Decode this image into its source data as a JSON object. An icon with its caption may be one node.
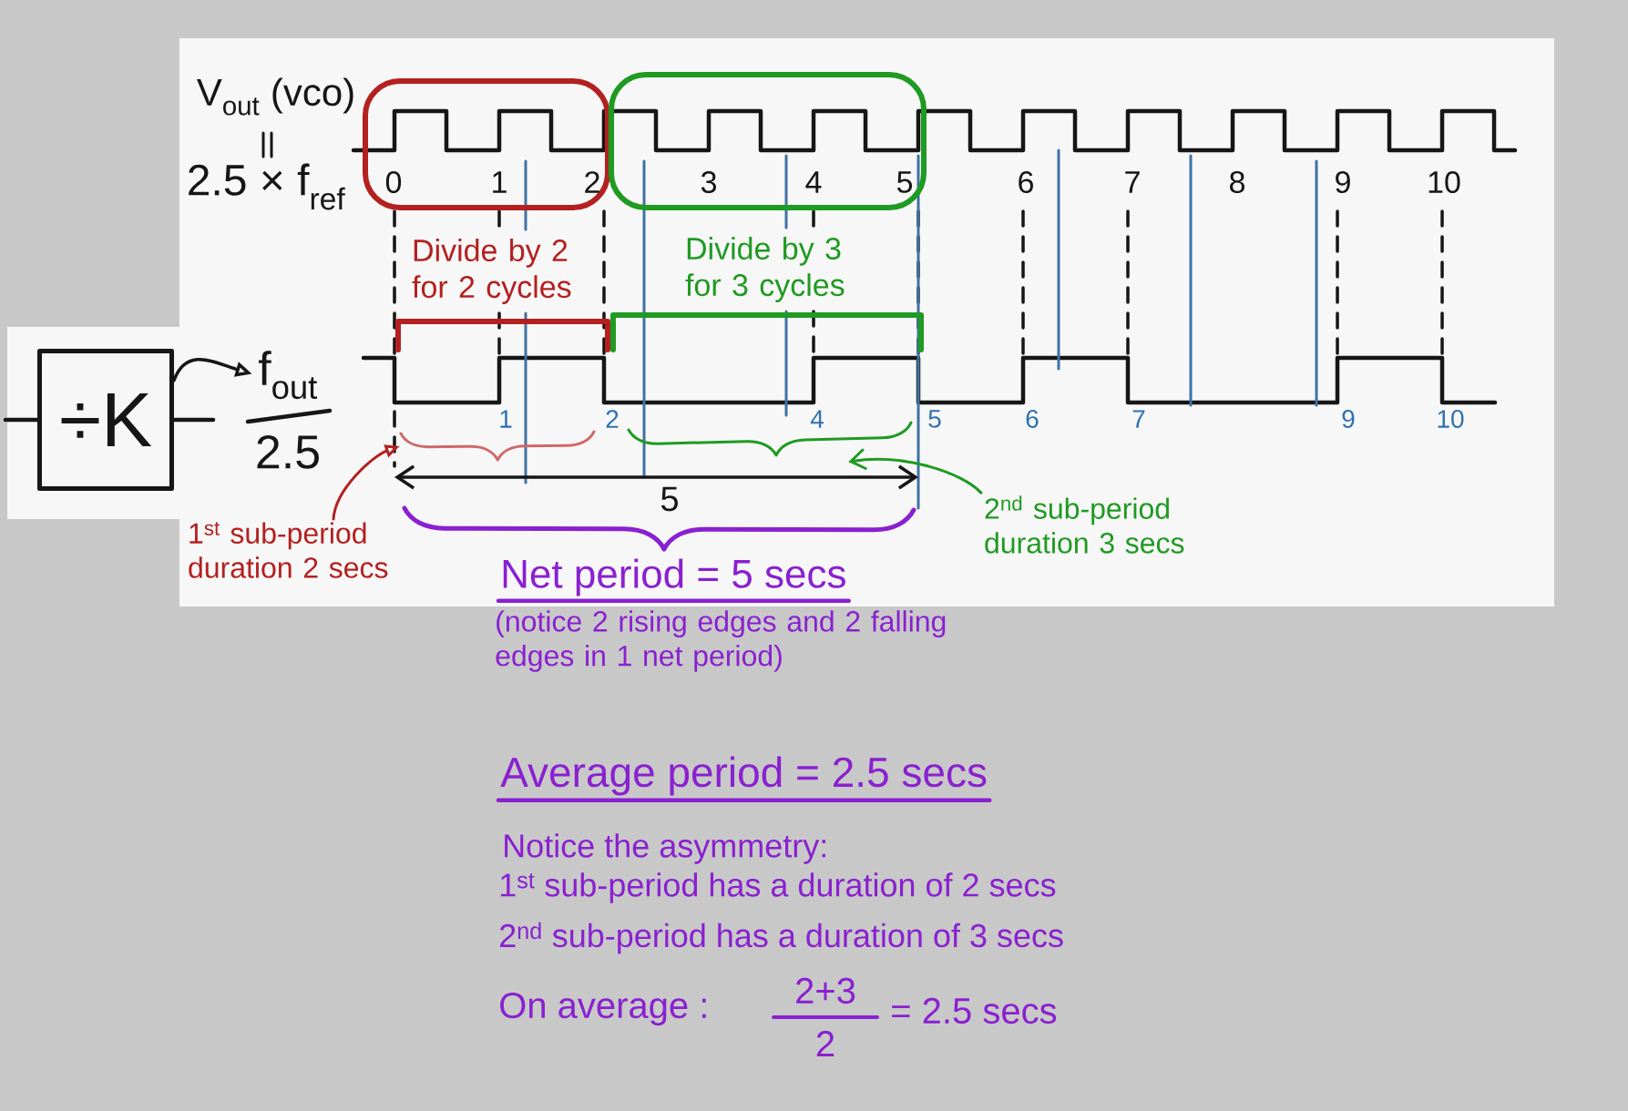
{
  "diagram": {
    "nodes": [
      {
        "text": [
          "÷K"
        ]
      },
      {
        "text": [
          "f$_{out}$",
          "2.5"
        ]
      },
      {
        "text": [],
        "shape": "brace"
      },
      {
        "text": [],
        "shape": "brace"
      },
      {
        "text": [
          "1$^{st}$ sub-period duration 2 secs"
        ]
      },
      {
        "text": [
          "2$^{nd}$ sub-period duration 3 secs"
        ]
      }
    ],
    "edges": [
      {
        "from": null,
        "to": 0,
        "arrow": "none"
      },
      {
        "from": 0,
        "to": null,
        "arrow": "none"
      },
      {
        "from": 0,
        "to": 1,
        "arrow": "to"
      },
      {
        "from": 4,
        "to": 2,
        "arrow": "to",
        "color": "#b42020"
      },
      {
        "from": 5,
        "to": 3,
        "arrow": "to",
        "color": "#1f9a22"
      }
    ],
    "labels": [
      "V$_{out}$ (vco)",
      "2.5 × f$_{ref}$",
      "0",
      "1",
      "2",
      "3",
      "4",
      "5",
      "6",
      "7",
      "8",
      "9",
      "10",
      "Divide by 2 for 2 cycles",
      "Divide by 3 for 3 cycles",
      "1",
      "2",
      "4",
      "5",
      "6",
      "7",
      "9",
      "10",
      "5",
      "Net period = 5 secs",
      "(notice 2 rising edges and 2 falling edges in 1 net period)",
      "Average period = 2.5 secs",
      "Notice the asymmetry:",
      "1$^{st}$ sub-period has a duration of 2 secs",
      "2$^{nd}$ sub-period has a duration of 3 secs",
      "On average :",
      "2+3",
      "2",
      "= 2.5 secs"
    ]
  }
}
